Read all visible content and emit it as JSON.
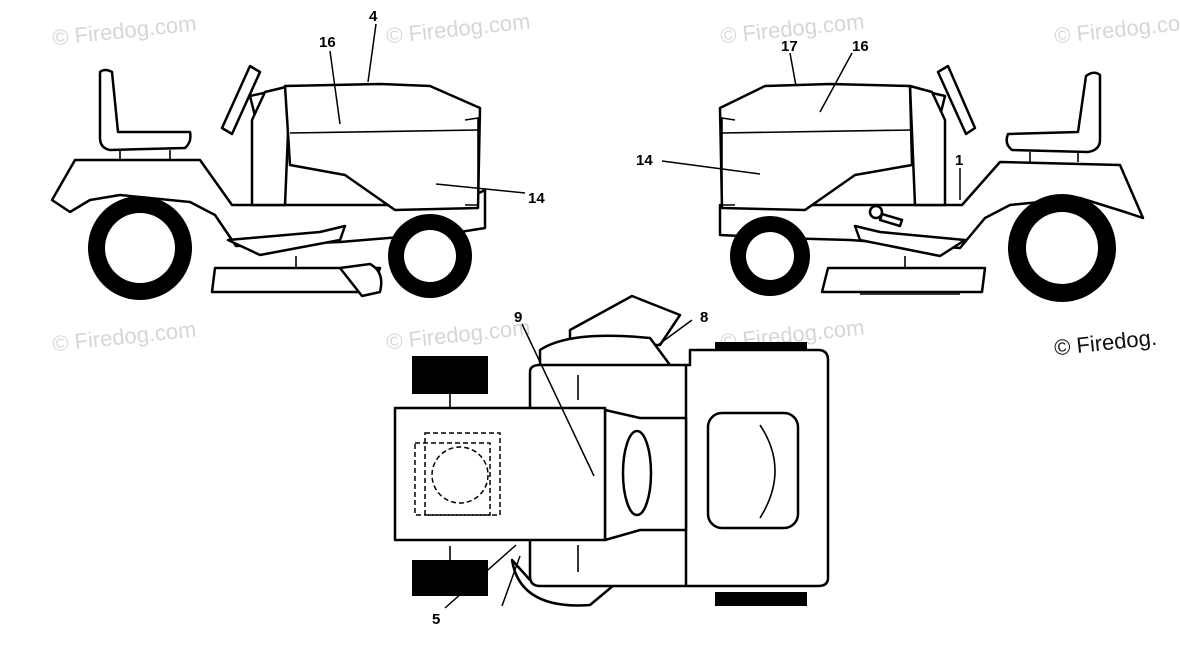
{
  "watermark": "© Firedog.com",
  "copyright": "© Firedog.",
  "callouts": {
    "c4": "4",
    "c16a": "16",
    "c14a": "14",
    "c17": "17",
    "c16b": "16",
    "c14b": "14",
    "c1": "1",
    "c9": "9",
    "c8": "8",
    "c5": "5"
  }
}
